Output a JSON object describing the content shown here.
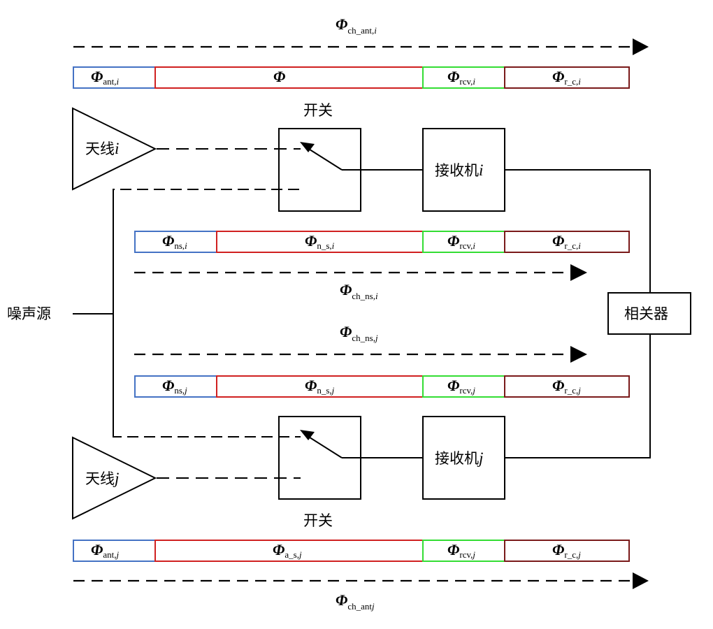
{
  "labels": {
    "phi_sym": "Φ",
    "antenna_i": "天线",
    "antenna_j": "天线",
    "switch_top": "开关",
    "switch_bottom": "开关",
    "receiver_i": "接收机",
    "receiver_j": "接收机",
    "noise_source": "噪声源",
    "correlator": "相关器",
    "idx_i": "i",
    "idx_j": "j"
  },
  "channels": {
    "top": {
      "sub": "ch_ant,",
      "idx": "i"
    },
    "ns_i": {
      "sub": "ch_ns,",
      "idx": "i"
    },
    "ns_j": {
      "sub": "ch_ns,",
      "idx": "j"
    },
    "bottom": {
      "sub": "ch_ant",
      "idx": "j"
    }
  },
  "bars": {
    "row1": [
      {
        "sub": "ant,",
        "idx": "i"
      },
      {
        "sub": "",
        "idx": ""
      },
      {
        "sub": "rcv,",
        "idx": "i"
      },
      {
        "sub": "r_c,",
        "idx": "i"
      }
    ],
    "row2": [
      {
        "sub": "ns,",
        "idx": "i"
      },
      {
        "sub": "n_s,",
        "idx": "i"
      },
      {
        "sub": "rcv,",
        "idx": "i"
      },
      {
        "sub": "r_c,",
        "idx": "i"
      }
    ],
    "row3": [
      {
        "sub": "ns,",
        "idx": "j"
      },
      {
        "sub": "n_s,",
        "idx": "j"
      },
      {
        "sub": "rcv,",
        "idx": "j"
      },
      {
        "sub": "r_c,",
        "idx": "j"
      }
    ],
    "row4": [
      {
        "sub": "ant,",
        "idx": "j"
      },
      {
        "sub": "a_s,",
        "idx": "j"
      },
      {
        "sub": "rcv,",
        "idx": "j"
      },
      {
        "sub": "r_c,",
        "idx": "j"
      }
    ]
  },
  "colors": {
    "antenna_segment": "#4472c4",
    "path_segment": "#d02020",
    "receiver_segment": "#33dd33",
    "correlator_segment": "#7a1a1a",
    "line": "#000000"
  }
}
